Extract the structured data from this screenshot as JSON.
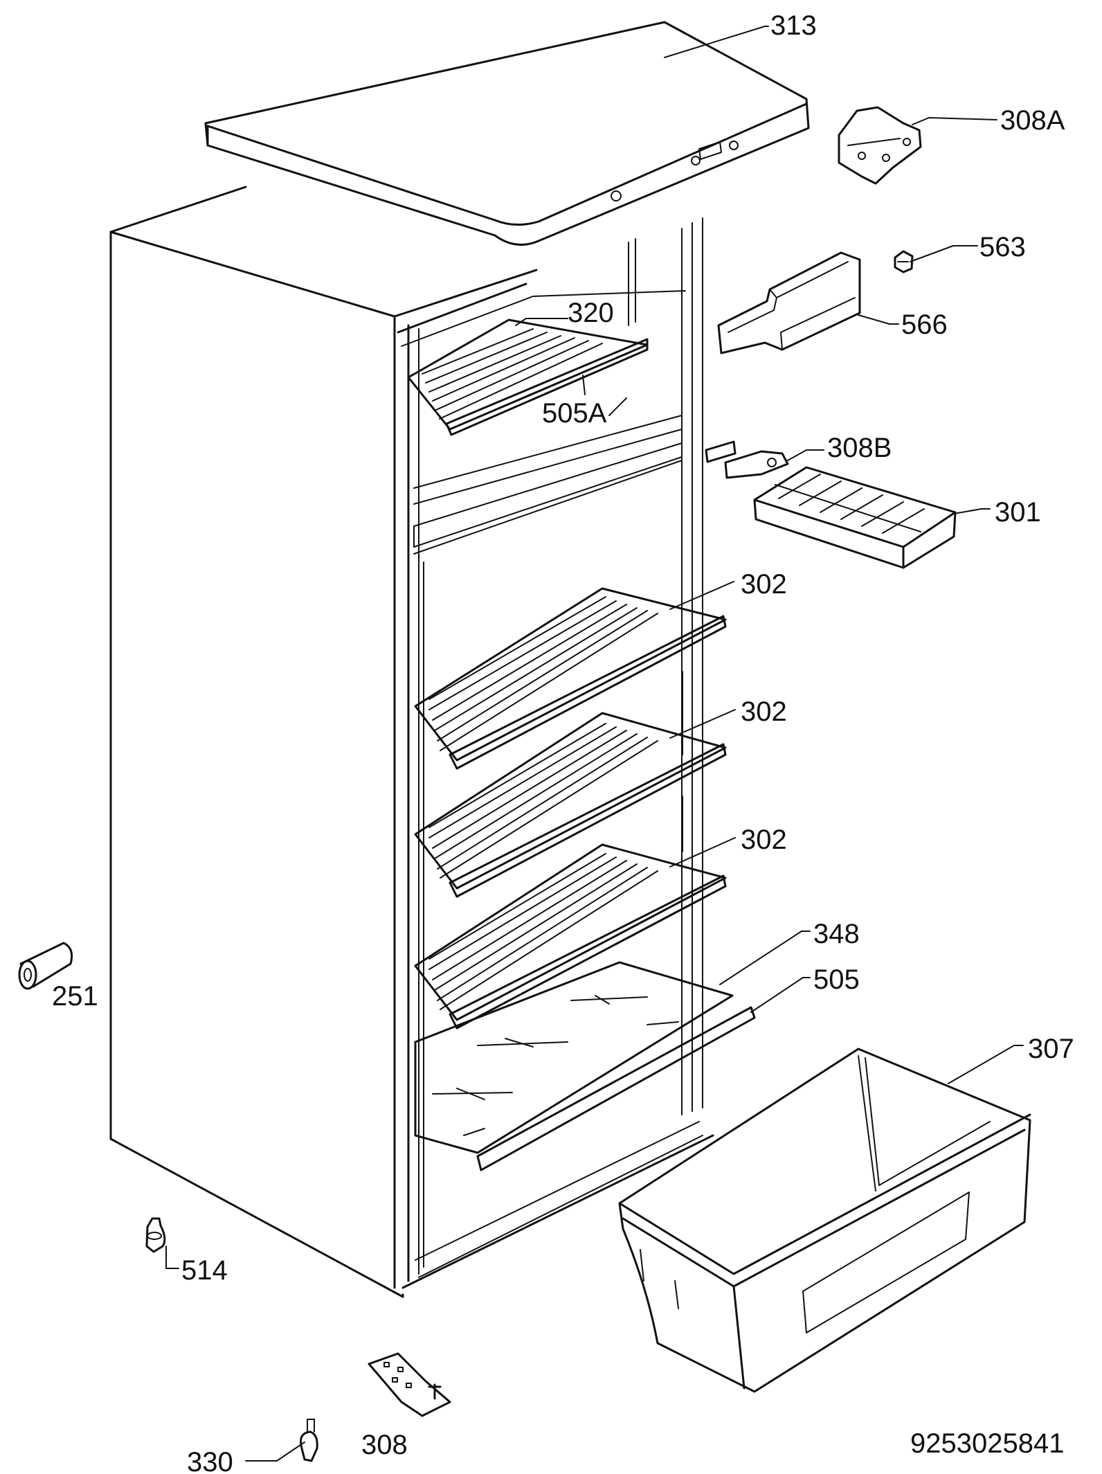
{
  "labels": {
    "l313": "313",
    "l308A": "308A",
    "l563": "563",
    "l566": "566",
    "l320": "320",
    "l505A": "505A",
    "l308B": "308B",
    "l301": "301",
    "l302a": "302",
    "l302b": "302",
    "l302c": "302",
    "l348": "348",
    "l505": "505",
    "l307": "307",
    "l251": "251",
    "l514": "514",
    "l308": "308",
    "l330": "330",
    "code": "9253025841"
  }
}
